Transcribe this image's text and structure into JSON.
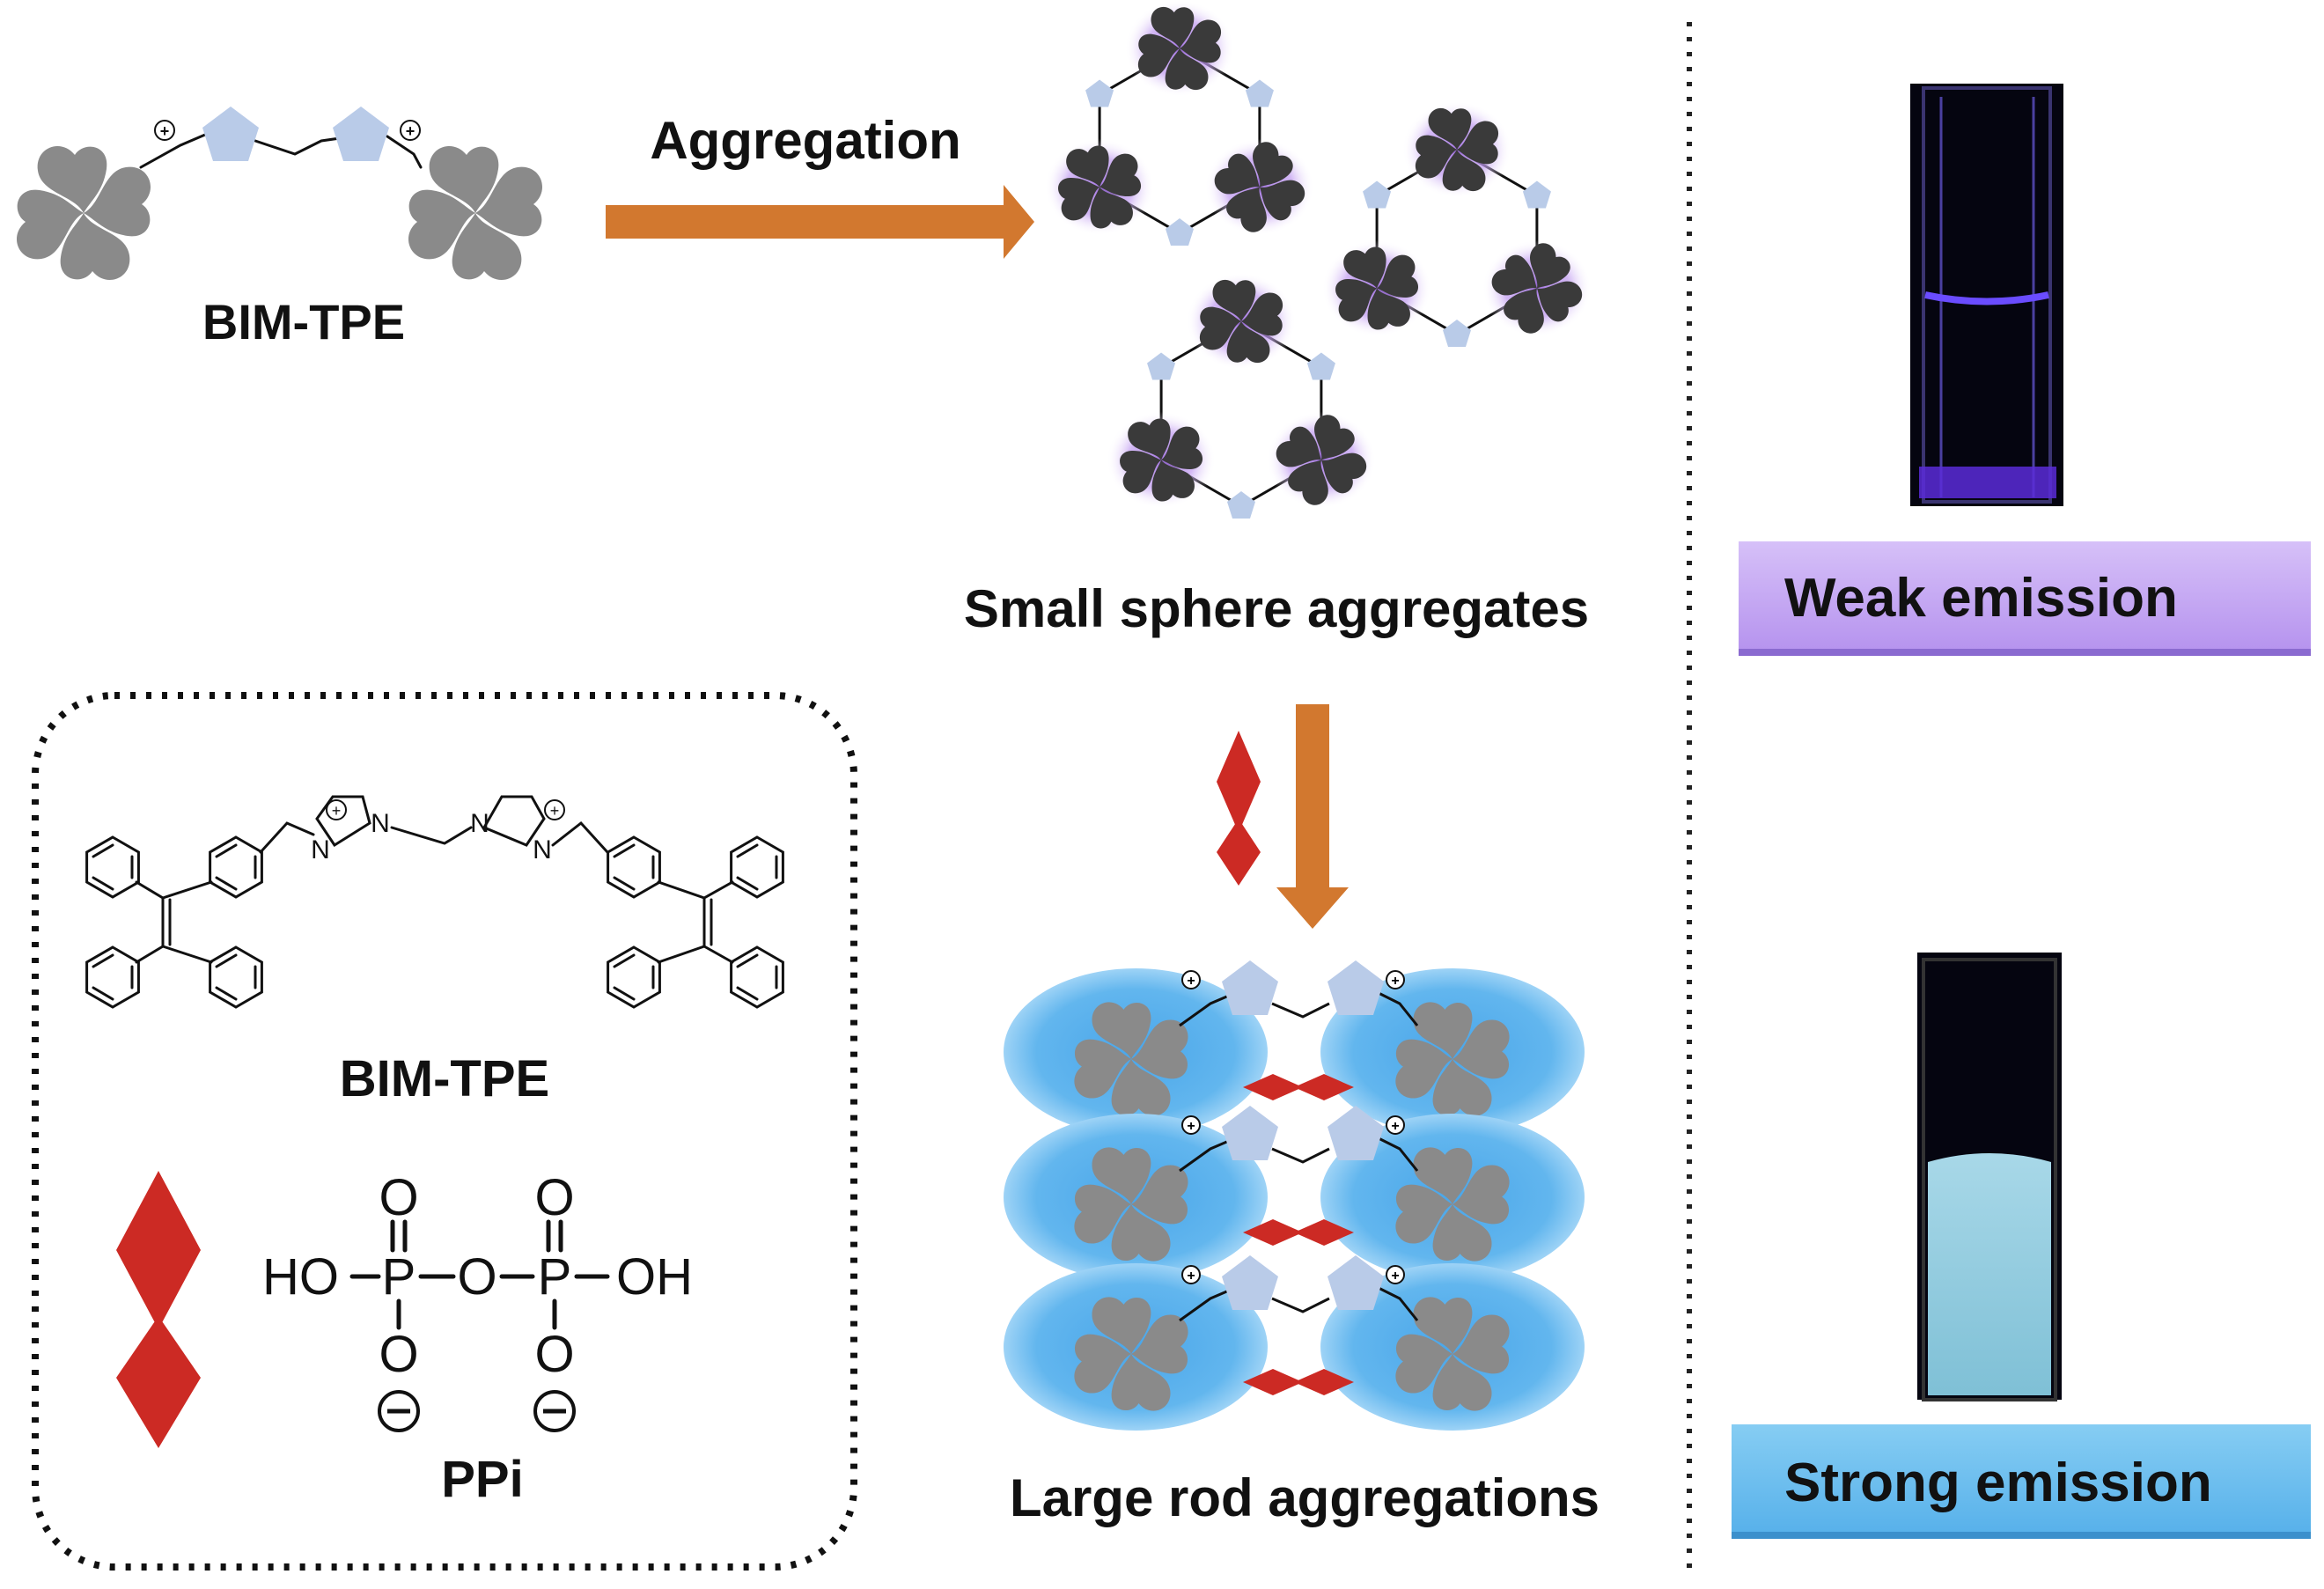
{
  "labels": {
    "aggregation": "Aggregation",
    "bim_tpe_top": "BIM-TPE",
    "small_sphere": "Small sphere aggregates",
    "large_rod": "Large rod aggregations",
    "weak": "Weak emission",
    "strong": "Strong emission",
    "bim_tpe_struct": "BIM-TPE",
    "ppi": "PPi"
  },
  "ppi_formula": {
    "ho": "HO",
    "p1": "P",
    "o_bridge": "O",
    "p2": "P",
    "oh": "OH",
    "o_top1": "O",
    "o_top2": "O",
    "o_bot1": "O",
    "o_bot2": "O"
  },
  "colors": {
    "arrow": "#d2782f",
    "petal": "#8a8a8a",
    "dark_petal": "#3a3a3a",
    "pentagon": "#b9cbe8",
    "purple_glow": "#b58be6",
    "blue_glow": "#5aaee8",
    "ppi_diamond": "#cc2a24",
    "weak_box": "#c4a6f2",
    "strong_box": "#6cbcee"
  }
}
